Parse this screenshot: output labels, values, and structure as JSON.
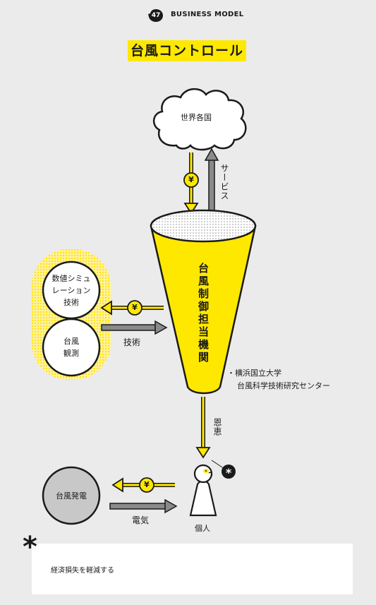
{
  "header": {
    "page_number": "47",
    "section": "BUSINESS MODEL"
  },
  "title": "台風コントロール",
  "nodes": {
    "world": "世界各国",
    "agency": "台風制御担当機関",
    "simulation_line1": "数値シミュ",
    "simulation_line2": "レーション",
    "simulation_line3": "技術",
    "observation_line1": "台風",
    "observation_line2": "観測",
    "power": "台風発電",
    "individual": "個人"
  },
  "flows": {
    "yen": "¥",
    "service": "サービス",
    "technology": "技術",
    "benefit": "恩恵",
    "electricity": "電気"
  },
  "institutions": {
    "line1": "・横浜国立大学",
    "line2": "台風科学技術研究センター"
  },
  "note": {
    "marker": "*",
    "text": "経済損失を軽減する"
  },
  "colors": {
    "yellow": "#ffe800",
    "gray_arrow": "#8a8a8a",
    "background": "#ebebeb"
  }
}
